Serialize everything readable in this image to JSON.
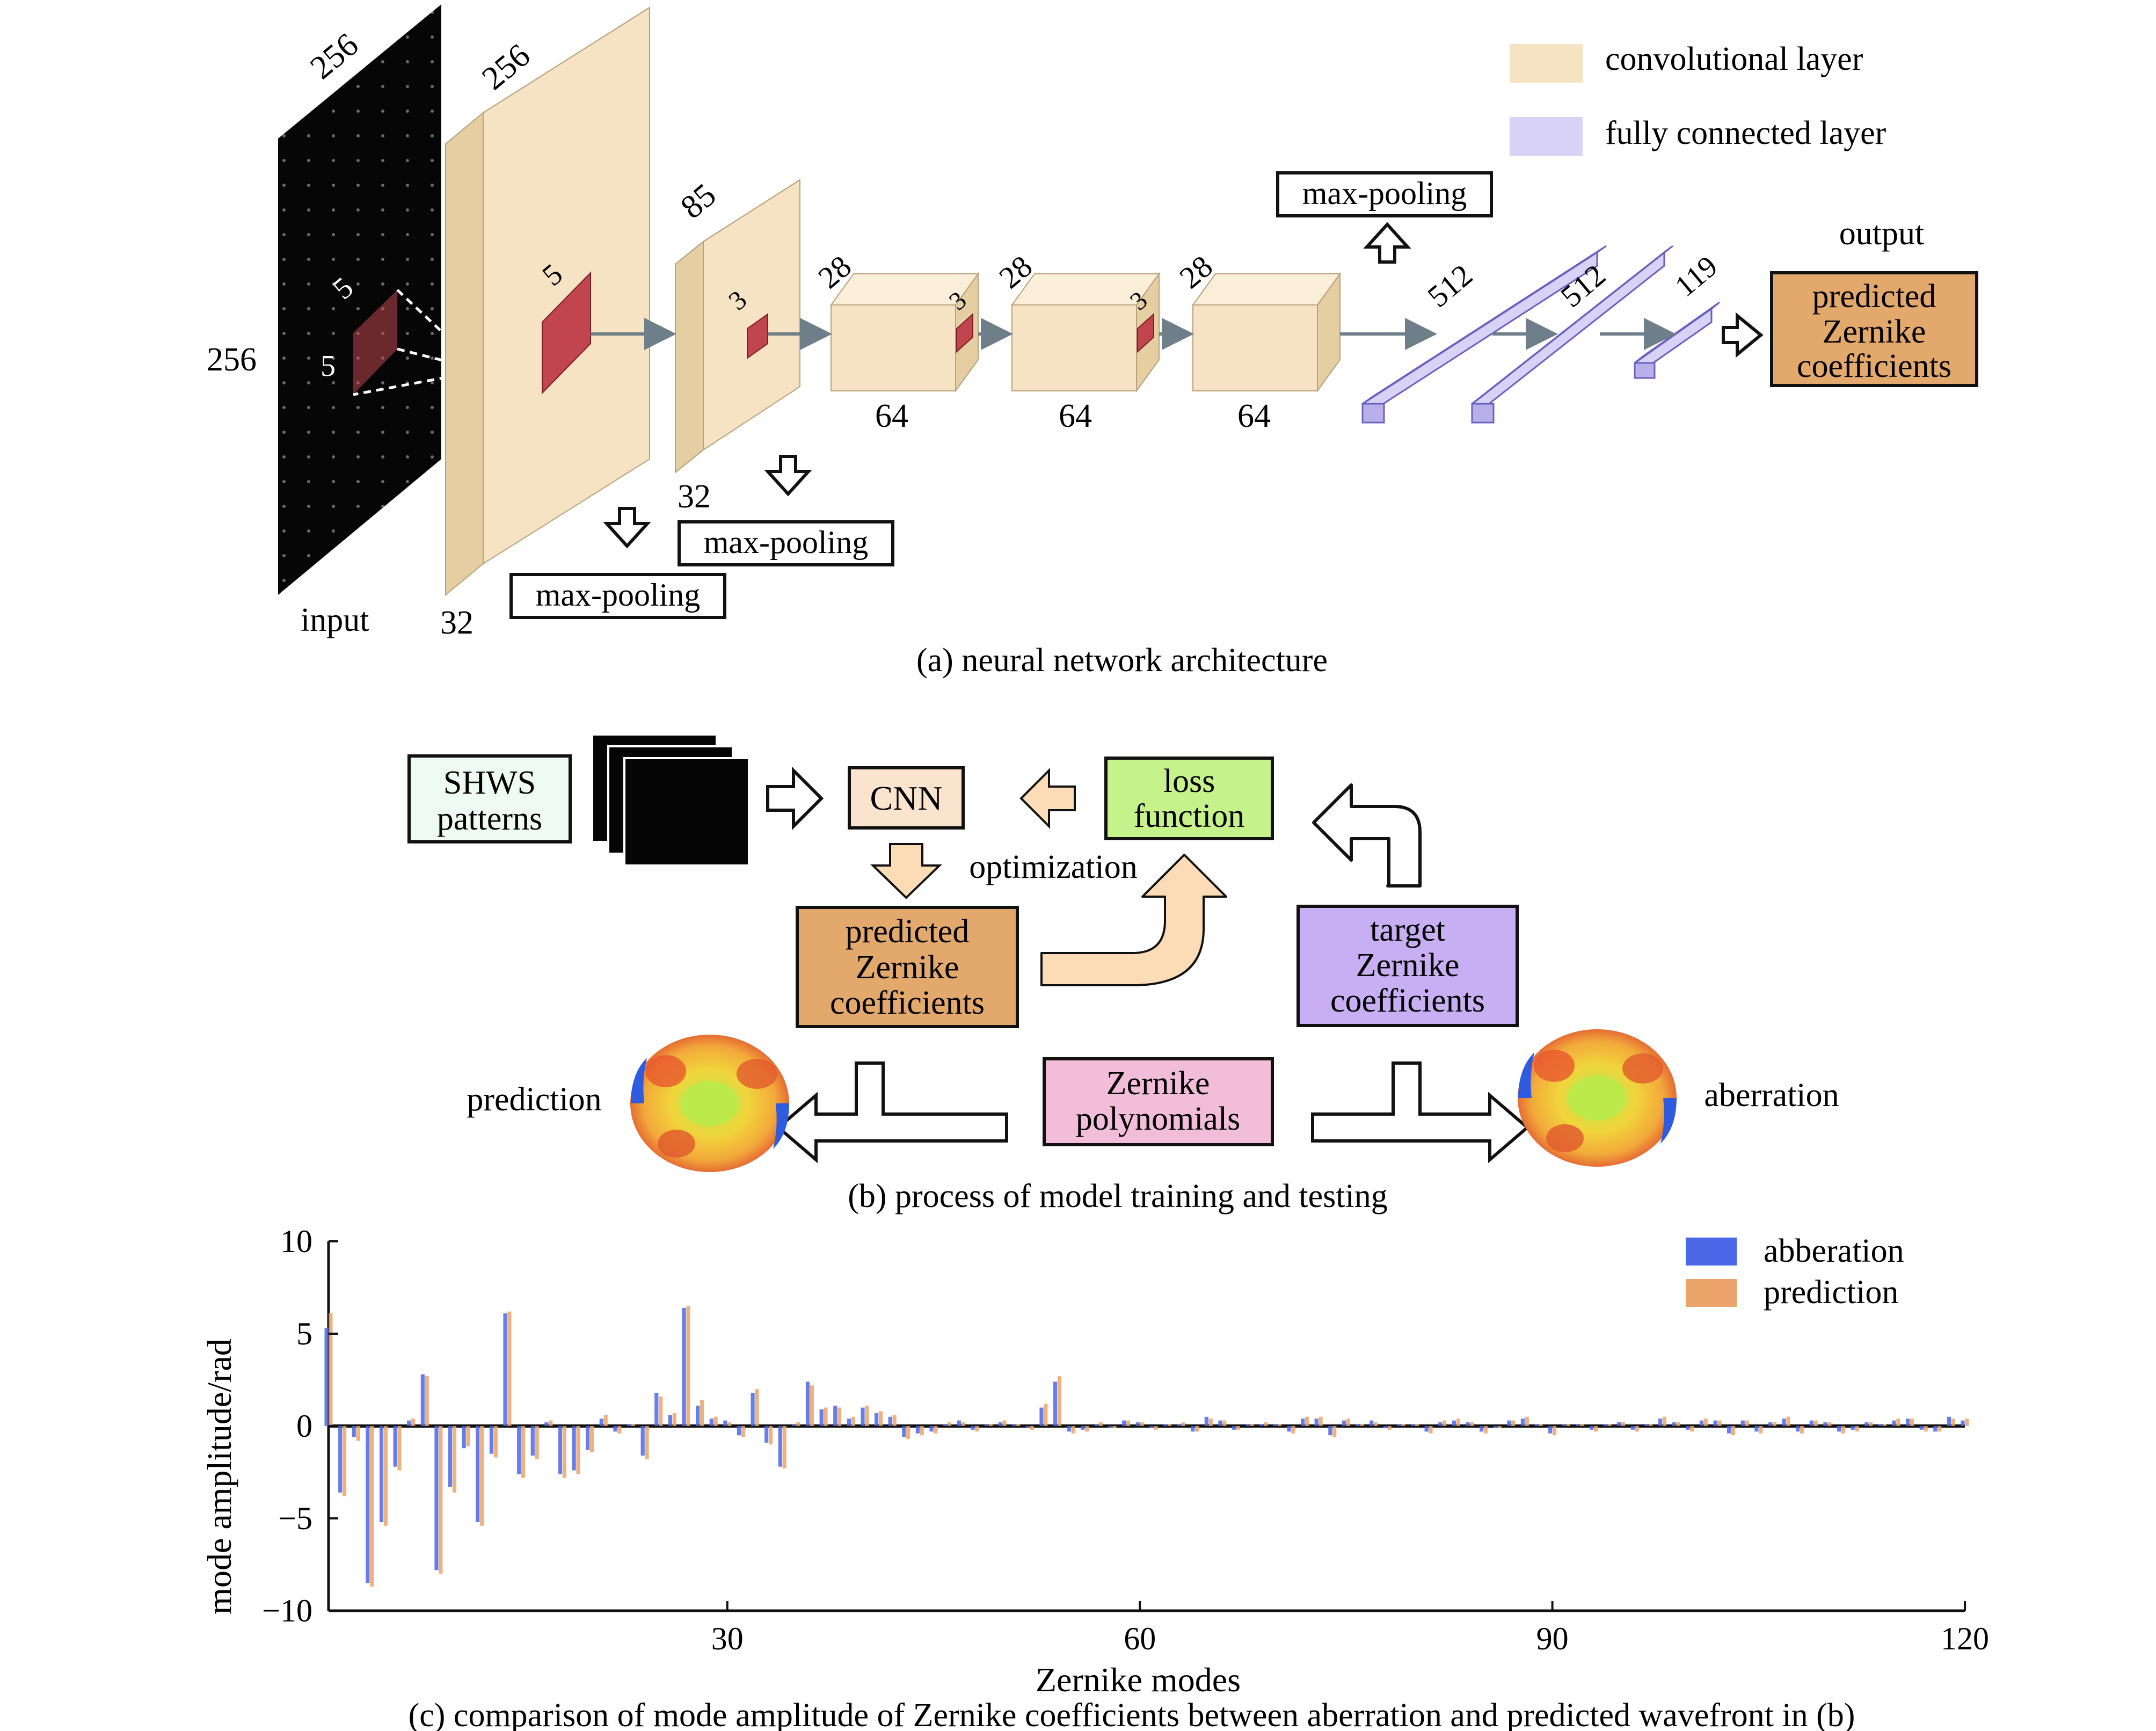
{
  "colors": {
    "conv": "#f6e3c3",
    "conv_side": "#e6cea3",
    "conv_top": "#fbefd9",
    "fc": "#d8d2f6",
    "fc_side": "#b9b0ea",
    "kernel": "#c0454f",
    "output_box": "#e3a86c",
    "shws_box": "#edfbf3",
    "cnn_box": "#fae4cd",
    "loss_box": "#c6f28c",
    "target_box": "#c8aef2",
    "zernike_box": "#f2bdd8",
    "arrow_fill": "#fbdcb7",
    "abberation": "#4a67e8",
    "prediction": "#eba56a"
  },
  "panel_a": {
    "legend_conv": "convolutional layer",
    "legend_fc": "fully connected layer",
    "input_label": "input",
    "input_dim_top": "256",
    "input_dim_left": "256",
    "kernel_a": "5",
    "kernel_b": "5",
    "conv1_top": "256",
    "conv1_bottom": "32",
    "conv1_kernel": "5",
    "conv2_top": "85",
    "conv2_bottom": "32",
    "conv2_kernel": "3",
    "conv3_top": "28",
    "conv3_bottom": "64",
    "conv3_kernel": "3",
    "conv4_top": "28",
    "conv4_bottom": "64",
    "conv4_kernel": "3",
    "conv5_top": "28",
    "conv5_bottom": "64",
    "fc1": "512",
    "fc2": "512",
    "fc3": "119",
    "pool1": "max-pooling",
    "pool2": "max-pooling",
    "pool3": "max-pooling",
    "output_label": "output",
    "output_box_l1": "predicted",
    "output_box_l2": "Zernike",
    "output_box_l3": "coefficients",
    "caption": "(a) neural network architecture"
  },
  "panel_b": {
    "shws_l1": "SHWS",
    "shws_l2": "patterns",
    "cnn": "CNN",
    "loss_l1": "loss",
    "loss_l2": "function",
    "optimization": "optimization",
    "pred_l1": "predicted",
    "pred_l2": "Zernike",
    "pred_l3": "coefficients",
    "target_l1": "target",
    "target_l2": "Zernike",
    "target_l3": "coefficients",
    "zernike_l1": "Zernike",
    "zernike_l2": "polynomials",
    "prediction_label": "prediction",
    "aberration_label": "aberration",
    "caption": "(b) process of model training and testing"
  },
  "panel_c": {
    "caption": "(c) comparison of mode amplitude of Zernike coefficients between aberration and predicted wavefront in (b)"
  },
  "chart_data": {
    "type": "bar",
    "xlabel": "Zernike modes",
    "ylabel": "mode amplitude/rad",
    "xlim": [
      1,
      120
    ],
    "ylim": [
      -10,
      10
    ],
    "xticks": [
      30,
      60,
      90,
      120
    ],
    "yticks": [
      10,
      5,
      0,
      -5,
      -10
    ],
    "ytick_labels": [
      "10",
      "5",
      "0",
      "−5",
      "−10"
    ],
    "legend_position": "top-right",
    "series": [
      {
        "name": "abberation",
        "color": "#4a67e8",
        "values": [
          5.3,
          -3.6,
          -0.6,
          -8.5,
          -5.2,
          -2.2,
          0.3,
          2.8,
          -7.8,
          -3.3,
          -1.2,
          -5.2,
          -1.5,
          6.1,
          -2.6,
          -1.6,
          0.2,
          -2.6,
          -2.4,
          -1.3,
          0.4,
          -0.3,
          0.1,
          -1.6,
          1.8,
          0.6,
          6.4,
          1.1,
          0.4,
          0.3,
          -0.5,
          1.8,
          -0.9,
          -2.2,
          0.1,
          2.4,
          0.9,
          1.1,
          0.4,
          1.0,
          0.7,
          0.5,
          -0.6,
          -0.4,
          -0.3,
          0.1,
          0.3,
          -0.2,
          0.1,
          0.2,
          0.1,
          -0.1,
          1.0,
          2.4,
          -0.3,
          -0.2,
          0.1,
          -0.1,
          0.3,
          0.2,
          -0.1,
          0.1,
          0.1,
          -0.3,
          0.5,
          0.3,
          -0.2,
          0.1,
          0.1,
          0.1,
          -0.3,
          0.4,
          0.4,
          -0.5,
          0.3,
          0.1,
          0.3,
          -0.1,
          0.1,
          0.1,
          -0.3,
          0.2,
          0.3,
          0.2,
          -0.3,
          -0.1,
          0.3,
          0.4,
          0.1,
          -0.4,
          0.1,
          0.1,
          -0.2,
          0.1,
          0.2,
          -0.2,
          0.1,
          0.4,
          0.2,
          -0.2,
          0.3,
          0.3,
          -0.4,
          0.3,
          -0.3,
          0.2,
          0.4,
          -0.3,
          0.3,
          0.2,
          -0.3,
          -0.2,
          0.2,
          0.1,
          0.3,
          0.4,
          -0.2,
          -0.3,
          0.5,
          0.3
        ]
      },
      {
        "name": "prediction",
        "color": "#eba56a",
        "values": [
          6.1,
          -3.8,
          -0.8,
          -8.7,
          -5.4,
          -2.4,
          0.4,
          2.7,
          -8.0,
          -3.6,
          -1.1,
          -5.4,
          -1.7,
          6.2,
          -2.8,
          -1.8,
          0.3,
          -2.8,
          -2.6,
          -1.4,
          0.6,
          -0.4,
          0.1,
          -1.8,
          1.6,
          0.7,
          6.5,
          1.4,
          0.5,
          0.2,
          -0.6,
          2.0,
          -1.0,
          -2.3,
          0.2,
          2.2,
          1.0,
          1.0,
          0.5,
          1.1,
          0.8,
          0.6,
          -0.7,
          -0.5,
          -0.4,
          0.2,
          0.2,
          -0.3,
          0.1,
          0.3,
          0.1,
          -0.2,
          1.2,
          2.7,
          -0.4,
          -0.3,
          0.2,
          -0.1,
          0.3,
          0.2,
          -0.2,
          0.1,
          0.2,
          -0.3,
          0.4,
          0.3,
          -0.2,
          0.1,
          0.2,
          0.1,
          -0.4,
          0.5,
          0.5,
          -0.6,
          0.4,
          0.1,
          0.2,
          -0.2,
          0.1,
          0.1,
          -0.4,
          0.3,
          0.4,
          0.2,
          -0.4,
          -0.1,
          0.3,
          0.5,
          0.1,
          -0.5,
          0.1,
          0.1,
          -0.3,
          0.1,
          0.2,
          -0.3,
          0.1,
          0.5,
          0.2,
          -0.3,
          0.4,
          0.3,
          -0.5,
          0.3,
          -0.4,
          0.2,
          0.5,
          -0.4,
          0.3,
          0.2,
          -0.4,
          -0.3,
          0.2,
          0.1,
          0.4,
          0.4,
          -0.3,
          -0.3,
          0.4,
          0.4
        ]
      }
    ]
  }
}
